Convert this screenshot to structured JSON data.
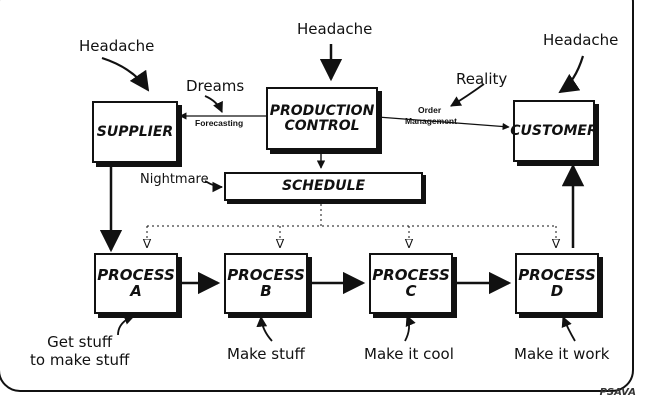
{
  "boxes": {
    "supplier": "SUPPLIER",
    "production_control_line1": "PRODUCTION",
    "production_control_line2": "CONTROL",
    "customer": "CUSTOMER",
    "schedule": "SCHEDULE",
    "process_a_line1": "PROCESS",
    "process_a_line2": "A",
    "process_b_line1": "PROCESS",
    "process_b_line2": "B",
    "process_c_line1": "PROCESS",
    "process_c_line2": "C",
    "process_d_line1": "PROCESS",
    "process_d_line2": "D"
  },
  "edge_labels": {
    "forecasting": "Forecasting",
    "order_management_line1": "Order",
    "order_management_line2": "Management"
  },
  "annotations": {
    "headache_supplier": "Headache",
    "headache_control": "Headache",
    "headache_customer": "Headache",
    "dreams": "Dreams",
    "reality": "Reality",
    "nightmare": "Nightmare",
    "get_stuff_line1": "Get stuff",
    "get_stuff_line2": "to make stuff",
    "make_stuff": "Make stuff",
    "make_it_cool": "Make it cool",
    "make_it_work": "Make it work"
  },
  "signature": "PSAVA"
}
